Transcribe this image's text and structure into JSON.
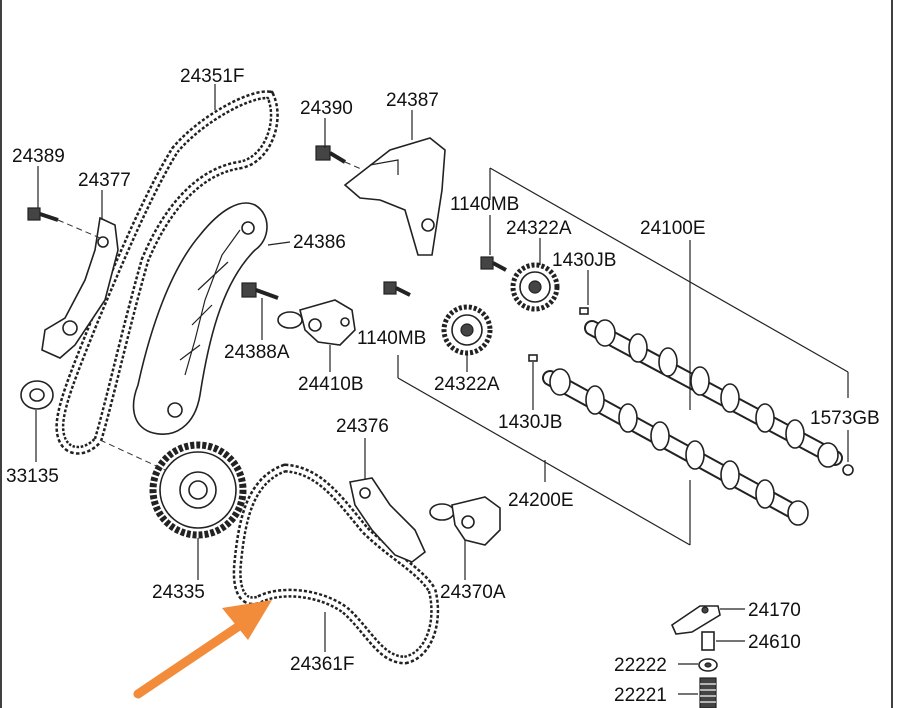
{
  "labels": {
    "p24351F": "24351F",
    "p24390": "24390",
    "p24387": "24387",
    "p24389": "24389",
    "p24377": "24377",
    "p1140MB_top": "1140MB",
    "p24322A_top": "24322A",
    "p24100E": "24100E",
    "p1430JB_top": "1430JB",
    "p24386": "24386",
    "p24388A": "24388A",
    "p1140MB_mid": "1140MB",
    "p24410B": "24410B",
    "p24322A_mid": "24322A",
    "p1430JB_mid": "1430JB",
    "p1573GB": "1573GB",
    "p33135": "33135",
    "p24376": "24376",
    "p24200E": "24200E",
    "p24335": "24335",
    "p24370A": "24370A",
    "p24170": "24170",
    "p24361F": "24361F",
    "p24610": "24610",
    "p22222": "22222",
    "p22221": "22221"
  },
  "colors": {
    "arrow": "#f28c3a",
    "ink": "#222222"
  },
  "icons": {
    "indicator": "orange-arrow-icon"
  }
}
